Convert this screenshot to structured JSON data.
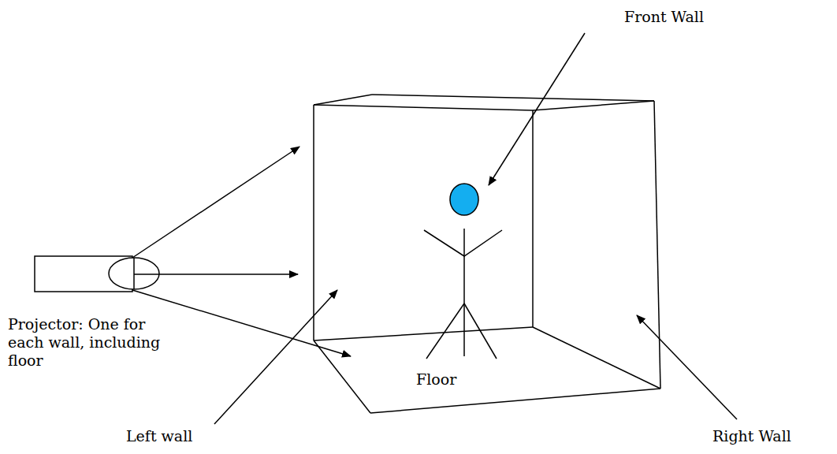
{
  "diagram": {
    "labels": [
      "Front Wall",
      "Projector: One for each wall, including floor",
      "Floor",
      "Left wall",
      "Right Wall"
    ]
  }
}
